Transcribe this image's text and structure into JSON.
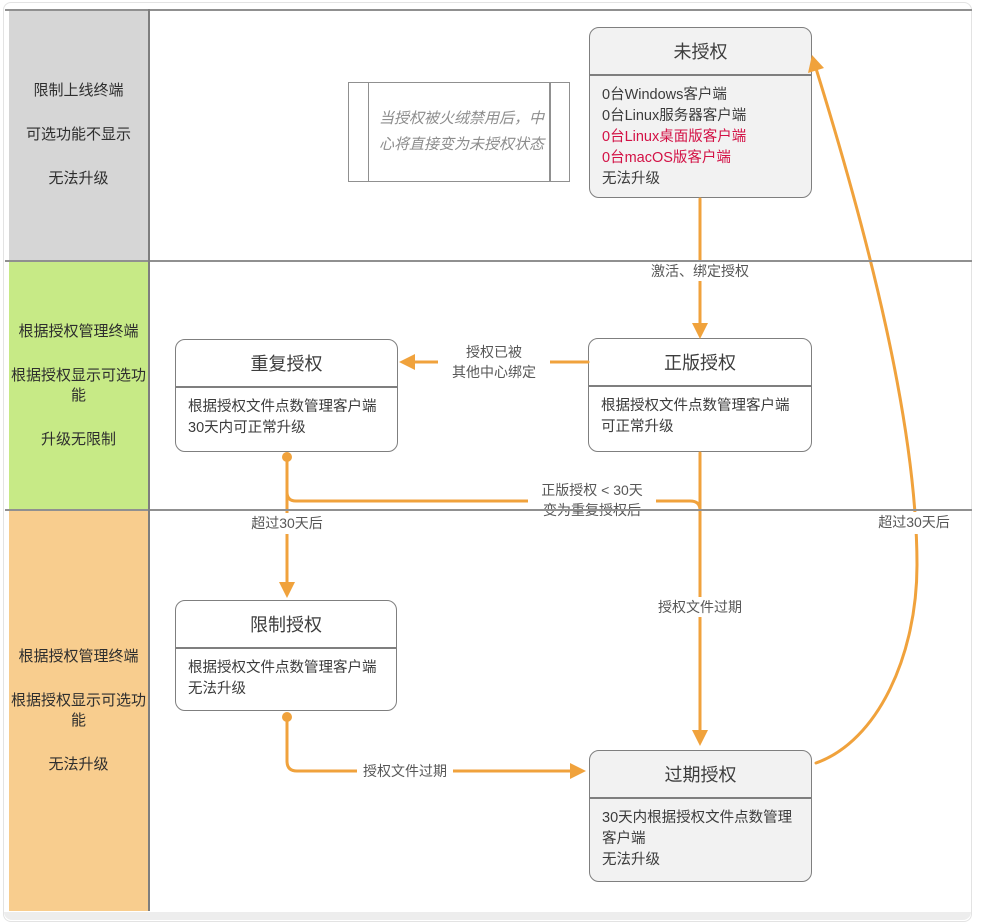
{
  "lanes": [
    {
      "id": "restricted-online",
      "color": "#d6d6d6",
      "lines": [
        "限制上线终端",
        "可选功能不显示",
        "无法升级"
      ]
    },
    {
      "id": "managed-upgradable",
      "color": "#c7ea86",
      "lines": [
        "根据授权管理终端",
        "根据授权显示可选功能",
        "升级无限制"
      ]
    },
    {
      "id": "managed-no-upgrade",
      "color": "#f8cd8e",
      "lines": [
        "根据授权管理终端",
        "根据授权显示可选功能",
        "无法升级"
      ]
    }
  ],
  "note": {
    "line1": "当授权被火绒禁用后，中",
    "line2": "心将直接变为未授权状态"
  },
  "nodes": {
    "unauthorized": {
      "title": "未授权",
      "lines": [
        "0台Windows客户端",
        "0台Linux服务器客户端",
        "0台Linux桌面版客户端",
        "0台macOS版客户端",
        "无法升级"
      ]
    },
    "genuine": {
      "title": "正版授权",
      "lines": [
        "根据授权文件点数管理客户端",
        "可正常升级"
      ]
    },
    "duplicate": {
      "title": "重复授权",
      "lines": [
        "根据授权文件点数管理客户端",
        "30天内可正常升级"
      ]
    },
    "restricted": {
      "title": "限制授权",
      "lines": [
        "根据授权文件点数管理客户端",
        "无法升级"
      ]
    },
    "expired": {
      "title": "过期授权",
      "lines": [
        "30天内根据授权文件点数管理",
        "客户端",
        "无法升级"
      ]
    }
  },
  "edge_labels": {
    "activate": "激活、绑定授权",
    "bound_line1": "授权已被",
    "bound_line2": "其他中心绑定",
    "over30_left": "超过30天后",
    "lt30_line1": "正版授权 < 30天",
    "lt30_line2": "变为重复授权后",
    "file_expired_mid": "授权文件过期",
    "file_expired_bottom": "授权文件过期",
    "over30_right": "超过30天后"
  },
  "edges": [
    {
      "from": "未授权",
      "to": "正版授权",
      "label": "激活、绑定授权"
    },
    {
      "from": "正版授权",
      "to": "重复授权",
      "label": "授权已被其他中心绑定"
    },
    {
      "from": "重复授权",
      "to": "限制授权",
      "label": "超过30天后"
    },
    {
      "from": "重复授权",
      "to": "过期授权",
      "label": "正版授权 < 30天 变为重复授权后"
    },
    {
      "from": "正版授权",
      "to": "过期授权",
      "label": "授权文件过期"
    },
    {
      "from": "限制授权",
      "to": "过期授权",
      "label": "授权文件过期"
    },
    {
      "from": "过期授权",
      "to": "未授权",
      "label": "超过30天后"
    }
  ],
  "colors": {
    "arrow": "#f0a23c",
    "lane_gray": "#d6d6d6",
    "lane_green": "#c7ea86",
    "lane_orange": "#f8cd8e",
    "node_fill_gray": "#f2f2f2",
    "alert_red": "#d31145"
  }
}
